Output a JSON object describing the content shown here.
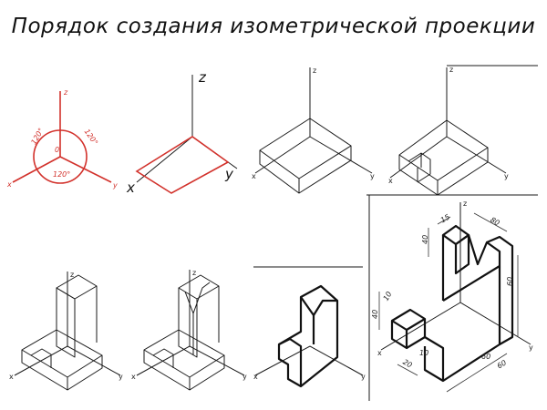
{
  "title": "Порядок создания изометрической проекции",
  "step1": {
    "angle_a": "120°",
    "angle_b": "120°",
    "angle_c": "120°",
    "origin": "0",
    "z": "z",
    "x": "x",
    "y": "y"
  },
  "step2": {
    "z": "z",
    "x": "x",
    "y": "y"
  },
  "axes": {
    "z": "z",
    "x": "x",
    "y": "y"
  },
  "dimensions": {
    "d15": "15",
    "d80": "80",
    "d40": "40",
    "d60": "60",
    "d60b": "60",
    "d60c": "60",
    "d10": "10",
    "d40b": "40",
    "d20": "20",
    "d10b": "10"
  },
  "colors": {
    "accent": "#d2312b",
    "ink": "#1a1a1a"
  }
}
